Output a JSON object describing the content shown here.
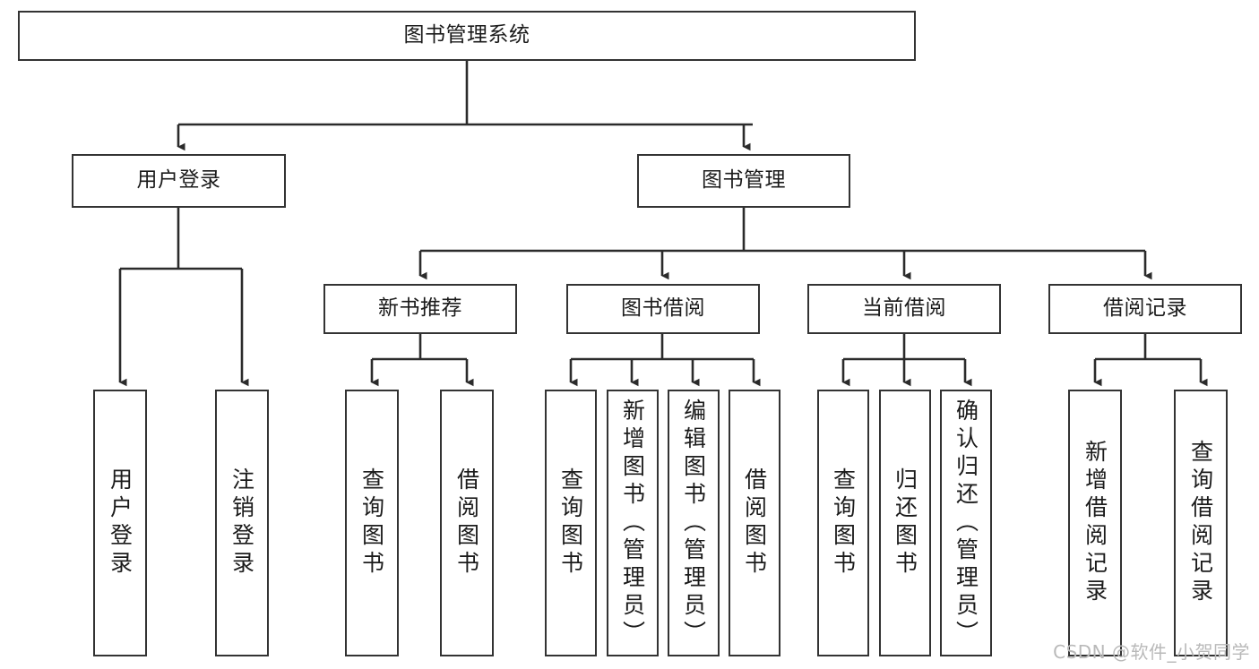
{
  "diagram": {
    "title": "图书管理系统",
    "type": "tree-hierarchy",
    "watermark": "CSDN @软件_小贺同学",
    "colors": {
      "stroke": "#333333",
      "fill": "#ffffff",
      "text": "#1b1b1b",
      "watermark": "#b9b9b9"
    },
    "root": {
      "label": "图书管理系统"
    },
    "level2": [
      {
        "label": "用户登录"
      },
      {
        "label": "图书管理"
      }
    ],
    "level3": [
      {
        "label": "新书推荐"
      },
      {
        "label": "图书借阅"
      },
      {
        "label": "当前借阅"
      },
      {
        "label": "借阅记录"
      }
    ],
    "leaves": {
      "user_login": [
        {
          "label": "用户登录"
        },
        {
          "label": "注销登录"
        }
      ],
      "new_book_recommend": [
        {
          "label": "查询图书"
        },
        {
          "label": "借阅图书"
        }
      ],
      "book_borrow": [
        {
          "label": "查询图书"
        },
        {
          "label": "新增图书（管理员）"
        },
        {
          "label": "编辑图书（管理员）"
        },
        {
          "label": "借阅图书"
        }
      ],
      "current_borrow": [
        {
          "label": "查询图书"
        },
        {
          "label": "归还图书"
        },
        {
          "label": "确认归还（管理员）"
        }
      ],
      "borrow_record": [
        {
          "label": "新增借阅记录"
        },
        {
          "label": "查询借阅记录"
        }
      ]
    }
  }
}
